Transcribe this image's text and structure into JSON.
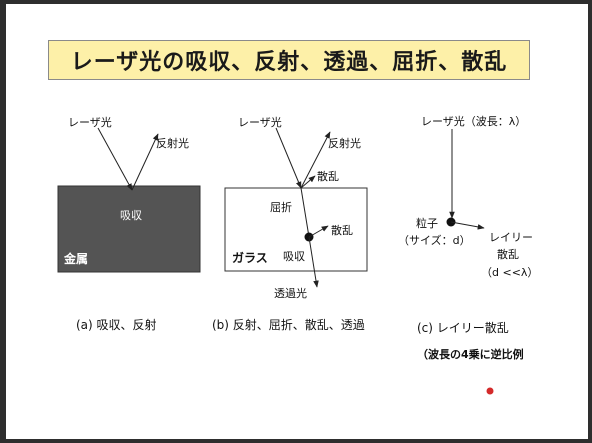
{
  "title": "レーザ光の吸収、反射、透過、屈折、散乱",
  "panel_a": {
    "incident": "レーザ光",
    "reflected": "反射光",
    "absorption": "吸収",
    "material": "金属",
    "caption": "(a) 吸収、反射"
  },
  "panel_b": {
    "incident": "レーザ光",
    "reflected": "反射光",
    "scatter_top": "散乱",
    "refraction": "屈折",
    "scatter_mid": "散乱",
    "absorption": "吸収",
    "material": "ガラス",
    "transmitted": "透過光",
    "caption": "(b) 反射、屈折、散乱、透過"
  },
  "panel_c": {
    "incident": "レーザ光（波長：λ）",
    "particle": "粒子",
    "particle_size": "（サイズ：d）",
    "rayleigh_1": "レイリー",
    "rayleigh_2": "散乱",
    "condition": "（d <<λ）",
    "caption": "(c) レイリー散乱",
    "note": "（波長の4乗に逆比例"
  },
  "colors": {
    "banner": "#fdf0a8",
    "metal": "#545454",
    "pointer": "#d42a2a"
  }
}
